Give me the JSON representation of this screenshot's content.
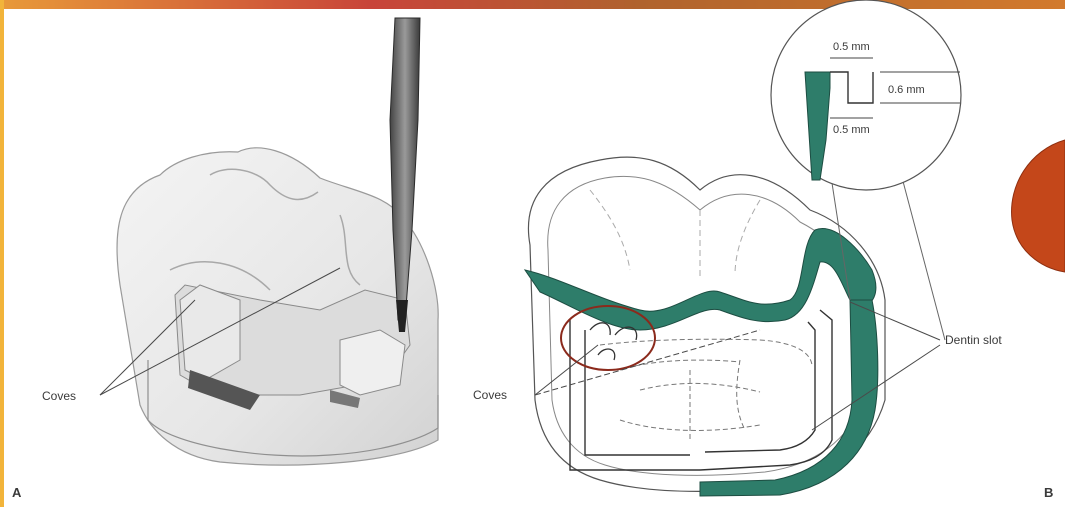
{
  "panel_a": {
    "label": "A",
    "coves_label": "Coves"
  },
  "panel_b": {
    "label": "B",
    "coves_label": "Coves",
    "dentin_slot_label": "Dentin slot",
    "dim_width": "0.5 mm",
    "dim_depth": "0.6 mm",
    "dim_bottom": "0.5 mm"
  },
  "colors": {
    "dentin_green": "#2e7d6a",
    "accent_orange": "#c4471a",
    "annotation_circle": "#8b2a1c"
  }
}
